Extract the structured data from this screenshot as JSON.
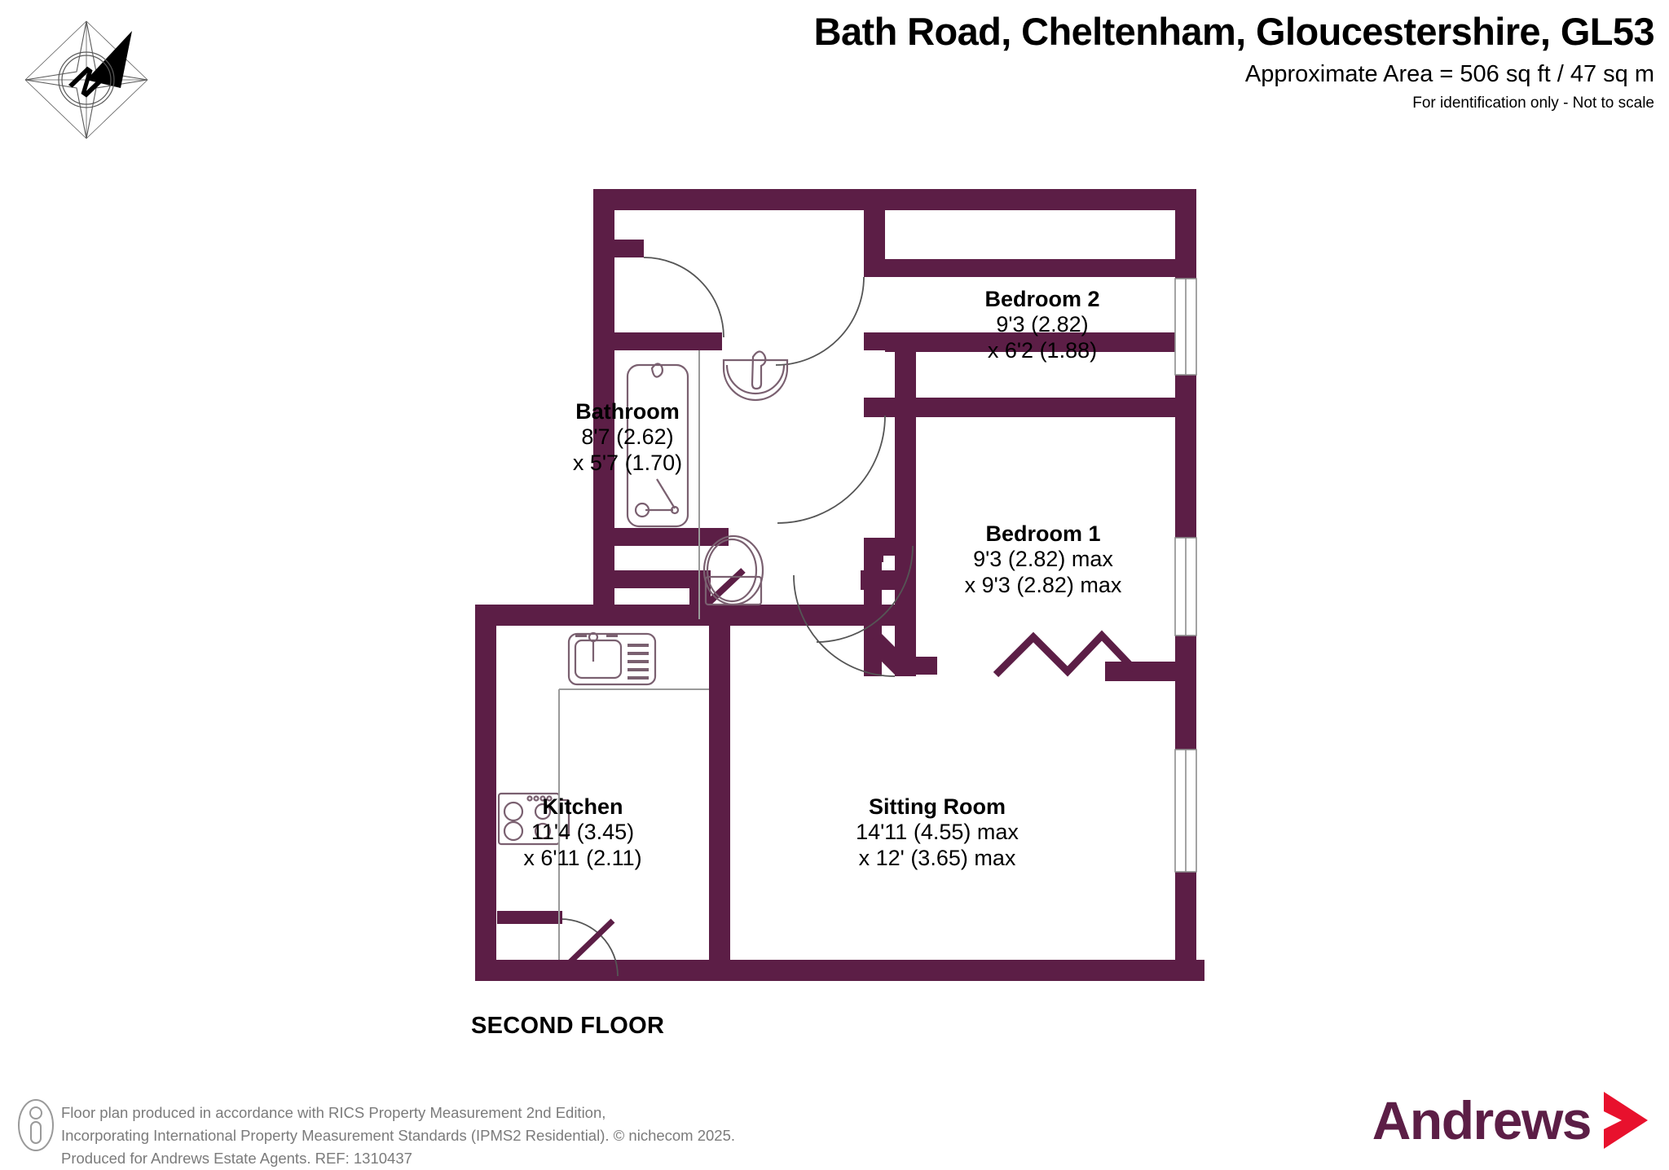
{
  "header": {
    "title": "Bath Road, Cheltenham, Gloucestershire, GL53",
    "area": "Approximate Area = 506 sq ft / 47 sq m",
    "disclaimer": "For identification only - Not to scale"
  },
  "compass": {
    "label": "N",
    "icon": "compass-rose-icon"
  },
  "floor": {
    "name": "SECOND FLOOR"
  },
  "colors": {
    "wall": "#5C1E46",
    "fixture_line": "#7a6070",
    "text": "#000000",
    "brand_purple": "#5C1E46",
    "brand_red": "#E8112D",
    "footer_grey": "#7b7b7b"
  },
  "rooms": [
    {
      "id": "bedroom2",
      "name": "Bedroom 2",
      "dim_line1": "9'3 (2.82)",
      "dim_line2": "x 6'2 (1.88)"
    },
    {
      "id": "bedroom1",
      "name": "Bedroom 1",
      "dim_line1": "9'3 (2.82) max",
      "dim_line2": "x 9'3 (2.82) max"
    },
    {
      "id": "bathroom",
      "name": "Bathroom",
      "dim_line1": "8'7 (2.62)",
      "dim_line2": "x 5'7 (1.70)"
    },
    {
      "id": "kitchen",
      "name": "Kitchen",
      "dim_line1": "11'4 (3.45)",
      "dim_line2": "x 6'11 (2.11)"
    },
    {
      "id": "sitting_room",
      "name": "Sitting Room",
      "dim_line1": "14'11 (4.55) max",
      "dim_line2": "x 12' (3.65) max"
    }
  ],
  "fixtures": [
    "kitchen-sink-icon",
    "kitchen-hob-icon",
    "bath-tub-icon",
    "wash-basin-icon",
    "toilet-icon"
  ],
  "footer": {
    "line1": "Floor plan produced in accordance with RICS Property Measurement 2nd Edition,",
    "line2": "Incorporating International Property Measurement Standards (IPMS2 Residential).   © nichecom 2025.",
    "line3": "Produced for Andrews Estate Agents.   REF: 1310437",
    "icon": "person-measure-icon"
  },
  "brand": {
    "name": "Andrews",
    "chevron": "chevron-right-icon"
  }
}
